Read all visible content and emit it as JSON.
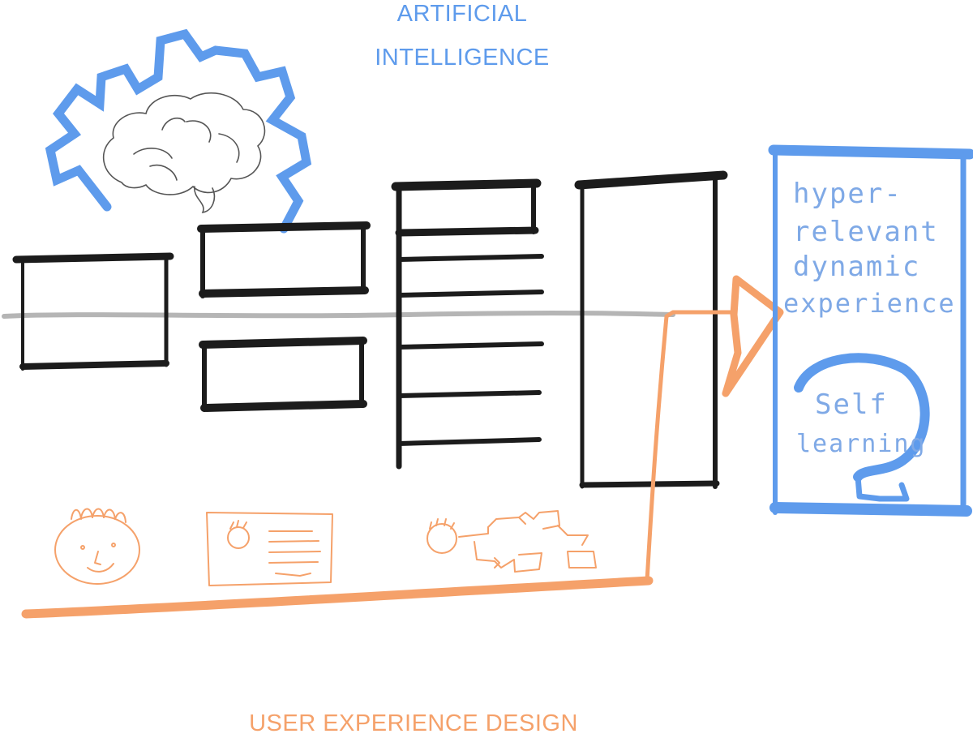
{
  "colors": {
    "ai_blue": "#5e9bec",
    "ux_orange": "#f5a16a",
    "ink_black": "#1c1c1c",
    "timeline_gray": "#b5b5b5",
    "hand_blue": "#7fa9e6"
  },
  "labels": {
    "ai_title_line1": "ARTIFICIAL",
    "ai_title_line2": "INTELLIGENCE",
    "ux_title": "USER EXPERIENCE DESIGN"
  },
  "outcome_panel": {
    "lines": [
      "hyper-",
      "relevant",
      "dynamic",
      "experience"
    ],
    "loop_lines": [
      "Self",
      "learning"
    ]
  },
  "icons": [
    "gear-icon",
    "brain-icon",
    "user-face-icon",
    "profile-card-icon",
    "user-journey-flow-icon",
    "arrow-right-icon",
    "loop-arrow-icon"
  ]
}
